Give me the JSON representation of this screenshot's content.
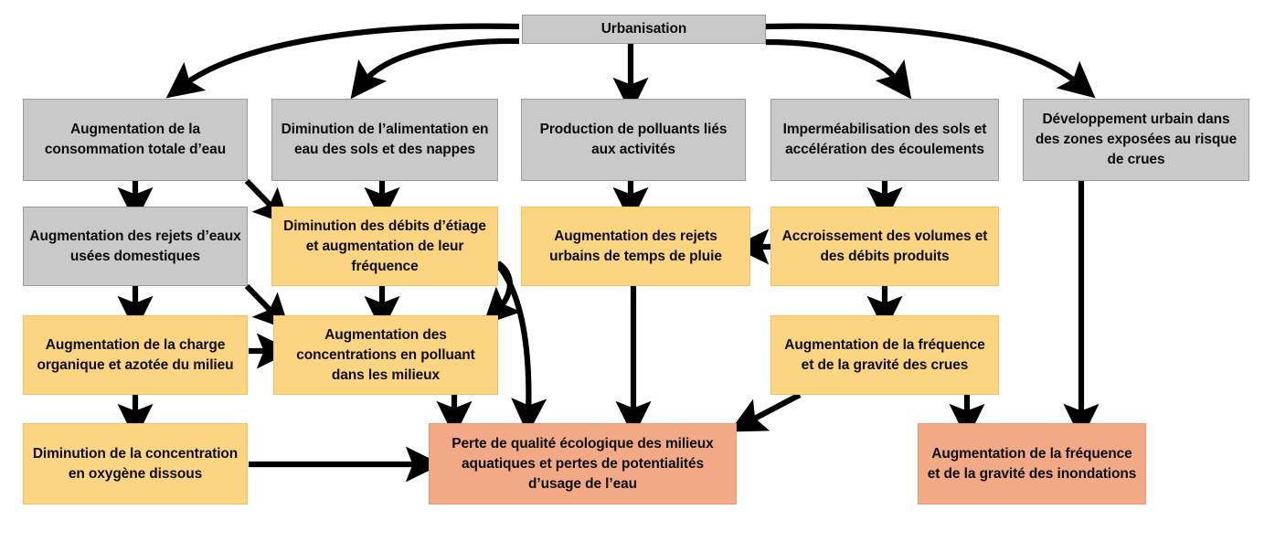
{
  "diagram": {
    "title_node": {
      "id": "urbanisation",
      "label": "Urbanisation",
      "color": "#c9c9c9"
    },
    "palette": {
      "grey": "#c9c9c9",
      "grey_border": "#9a9a9a",
      "yellow": "#fcd583",
      "yellow_border": "#f3c05a",
      "salmon": "#f2aa86",
      "salmon_border": "#e79a74",
      "arrow": "#000000",
      "background": "#ffffff"
    },
    "nodes": [
      {
        "id": "urbanisation",
        "label": "Urbanisation",
        "category": "grey"
      },
      {
        "id": "consommation",
        "label": "Augmentation de la consommation totale d’eau",
        "category": "grey"
      },
      {
        "id": "alimentation",
        "label": "Diminution de l’alimentation en eau des sols et des nappes",
        "category": "grey"
      },
      {
        "id": "polluants",
        "label": "Production de polluants liés aux activités",
        "category": "grey"
      },
      {
        "id": "impermeabilisation",
        "label": "Imperméabilisation des sols et accélération des écoulements",
        "category": "grey"
      },
      {
        "id": "developpement",
        "label": "Développement urbain dans des zones exposées au risque de crues",
        "category": "grey"
      },
      {
        "id": "rejets-domestiques",
        "label": "Augmentation des rejets d’eaux usées domestiques",
        "category": "grey"
      },
      {
        "id": "debits-etiage",
        "label": "Diminution des débits d’étiage et augmentation de leur fréquence",
        "category": "yellow"
      },
      {
        "id": "rejets-pluie",
        "label": "Augmentation des rejets urbains de temps de pluie",
        "category": "yellow"
      },
      {
        "id": "volumes-debits",
        "label": "Accroissement des volumes et des débits produits",
        "category": "yellow"
      },
      {
        "id": "charge-organique",
        "label": "Augmentation de la charge organique et azotée du milieu",
        "category": "yellow"
      },
      {
        "id": "concentrations",
        "label": "Augmentation des concentrations en polluant dans les milieux",
        "category": "yellow"
      },
      {
        "id": "crues",
        "label": "Augmentation de la fréquence et de la gravité des crues",
        "category": "yellow"
      },
      {
        "id": "oxygene",
        "label": "Diminution de la concentration en oxygène dissous",
        "category": "yellow"
      },
      {
        "id": "perte-qualite",
        "label": "Perte de qualité écologique des milieux aquatiques et pertes de potentialités d’usage de l’eau",
        "category": "salmon"
      },
      {
        "id": "inondations",
        "label": "Augmentation de la fréquence et de la gravité des inondations",
        "category": "salmon"
      }
    ],
    "edges": [
      {
        "from": "urbanisation",
        "to": "consommation",
        "style": "curve"
      },
      {
        "from": "urbanisation",
        "to": "alimentation",
        "style": "curve"
      },
      {
        "from": "urbanisation",
        "to": "polluants",
        "style": "straight"
      },
      {
        "from": "urbanisation",
        "to": "impermeabilisation",
        "style": "curve"
      },
      {
        "from": "urbanisation",
        "to": "developpement",
        "style": "curve"
      },
      {
        "from": "consommation",
        "to": "rejets-domestiques",
        "style": "straight"
      },
      {
        "from": "consommation",
        "to": "debits-etiage",
        "style": "diagonal"
      },
      {
        "from": "alimentation",
        "to": "debits-etiage",
        "style": "straight"
      },
      {
        "from": "polluants",
        "to": "rejets-pluie",
        "style": "straight"
      },
      {
        "from": "impermeabilisation",
        "to": "volumes-debits",
        "style": "straight"
      },
      {
        "from": "developpement",
        "to": "inondations",
        "style": "straight"
      },
      {
        "from": "rejets-domestiques",
        "to": "charge-organique",
        "style": "straight"
      },
      {
        "from": "rejets-domestiques",
        "to": "concentrations",
        "style": "diagonal"
      },
      {
        "from": "debits-etiage",
        "to": "concentrations",
        "style": "straight"
      },
      {
        "from": "debits-etiage",
        "to": "concentrations",
        "style": "curve"
      },
      {
        "from": "debits-etiage",
        "to": "perte-qualite",
        "style": "curve"
      },
      {
        "from": "volumes-debits",
        "to": "rejets-pluie",
        "style": "straight-left"
      },
      {
        "from": "volumes-debits",
        "to": "crues",
        "style": "straight"
      },
      {
        "from": "charge-organique",
        "to": "concentrations",
        "style": "straight-right"
      },
      {
        "from": "charge-organique",
        "to": "oxygene",
        "style": "straight"
      },
      {
        "from": "concentrations",
        "to": "perte-qualite",
        "style": "straight"
      },
      {
        "from": "rejets-pluie",
        "to": "perte-qualite",
        "style": "straight"
      },
      {
        "from": "crues",
        "to": "perte-qualite",
        "style": "diagonal"
      },
      {
        "from": "crues",
        "to": "inondations",
        "style": "straight"
      },
      {
        "from": "oxygene",
        "to": "perte-qualite",
        "style": "straight-right"
      }
    ]
  }
}
